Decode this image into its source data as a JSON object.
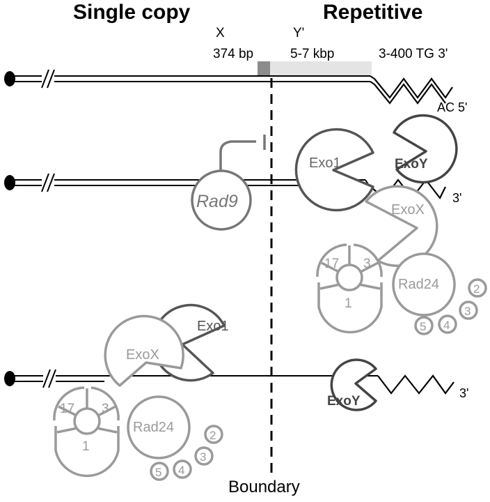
{
  "headers": {
    "left": "Single copy",
    "right": "Repetitive"
  },
  "labels": {
    "x_name": "X",
    "x_size": "374 bp",
    "y_name": "Y'",
    "y_size": "5-7 kbp",
    "tg_repeat": "3-400 TG 3'",
    "ac_end": "AC 5'",
    "three_prime_row2": "3'",
    "three_prime_row3": "3'",
    "boundary": "Boundary"
  },
  "proteins": {
    "rad9": "Rad9",
    "exo1_row2": "Exo1",
    "exoy_row2": "ExoY",
    "exox_row2": "ExoX",
    "mrx_17_row2": "17",
    "mrx_3_row2": "3",
    "mrx_1_row2": "1",
    "rad24_row2": "Rad24",
    "rfc2_row2": "2",
    "rfc3_row2": "3",
    "rfc4_row2": "4",
    "rfc5_row2": "5",
    "exo1_row3": "Exo1",
    "exox_row3": "ExoX",
    "mrx_17_row3": "17",
    "mrx_3_row3": "3",
    "mrx_1_row3": "1",
    "rad24_row3": "Rad24",
    "rfc2_row3": "2",
    "rfc3_row3": "3",
    "rfc4_row3": "4",
    "rfc5_row3": "5",
    "exoy_row3": "ExoY"
  },
  "colors": {
    "dna": "#000000",
    "dark_protein": "#444444",
    "mid_protein": "#777777",
    "light_protein": "#9a9a9a",
    "x_element": "#8c8c8c",
    "y_element": "#e4e4e4"
  }
}
